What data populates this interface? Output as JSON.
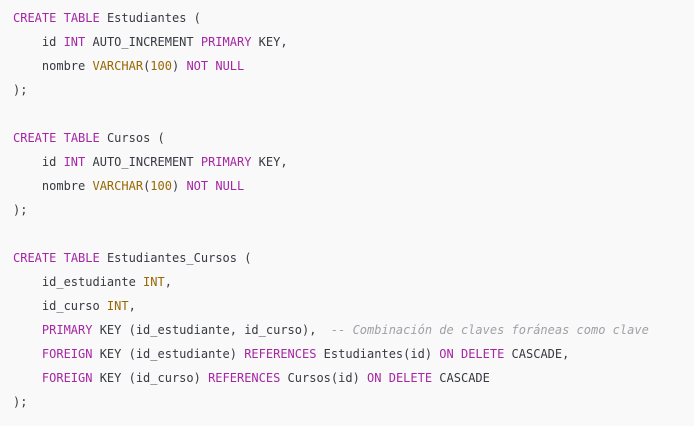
{
  "code": {
    "language": "sql",
    "lines": [
      [
        {
          "t": "CREATE",
          "c": "kw"
        },
        {
          "t": " "
        },
        {
          "t": "TABLE",
          "c": "kw"
        },
        {
          "t": " Estudiantes ("
        }
      ],
      [
        {
          "t": "    id "
        },
        {
          "t": "INT",
          "c": "kw"
        },
        {
          "t": " AUTO_INCREMENT "
        },
        {
          "t": "PRIMARY",
          "c": "kw"
        },
        {
          "t": " KEY,"
        }
      ],
      [
        {
          "t": "    nombre "
        },
        {
          "t": "VARCHAR",
          "c": "ty"
        },
        {
          "t": "("
        },
        {
          "t": "100",
          "c": "ty"
        },
        {
          "t": ") "
        },
        {
          "t": "NOT",
          "c": "kw"
        },
        {
          "t": " "
        },
        {
          "t": "NULL",
          "c": "kw"
        }
      ],
      [
        {
          "t": ");"
        }
      ],
      [],
      [
        {
          "t": "CREATE",
          "c": "kw"
        },
        {
          "t": " "
        },
        {
          "t": "TABLE",
          "c": "kw"
        },
        {
          "t": " Cursos ("
        }
      ],
      [
        {
          "t": "    id "
        },
        {
          "t": "INT",
          "c": "kw"
        },
        {
          "t": " AUTO_INCREMENT "
        },
        {
          "t": "PRIMARY",
          "c": "kw"
        },
        {
          "t": " KEY,"
        }
      ],
      [
        {
          "t": "    nombre "
        },
        {
          "t": "VARCHAR",
          "c": "ty"
        },
        {
          "t": "("
        },
        {
          "t": "100",
          "c": "ty"
        },
        {
          "t": ") "
        },
        {
          "t": "NOT",
          "c": "kw"
        },
        {
          "t": " "
        },
        {
          "t": "NULL",
          "c": "kw"
        }
      ],
      [
        {
          "t": ");"
        }
      ],
      [],
      [
        {
          "t": "CREATE",
          "c": "kw"
        },
        {
          "t": " "
        },
        {
          "t": "TABLE",
          "c": "kw"
        },
        {
          "t": " Estudiantes_Cursos ("
        }
      ],
      [
        {
          "t": "    id_estudiante "
        },
        {
          "t": "INT",
          "c": "ty"
        },
        {
          "t": ","
        }
      ],
      [
        {
          "t": "    id_curso "
        },
        {
          "t": "INT",
          "c": "ty"
        },
        {
          "t": ","
        }
      ],
      [
        {
          "t": "    "
        },
        {
          "t": "PRIMARY",
          "c": "kw"
        },
        {
          "t": " KEY (id_estudiante, id_curso),  "
        },
        {
          "t": "-- Combinación de claves foráneas como clave",
          "c": "cm"
        }
      ],
      [
        {
          "t": "    "
        },
        {
          "t": "FOREIGN",
          "c": "kw"
        },
        {
          "t": " KEY (id_estudiante) "
        },
        {
          "t": "REFERENCES",
          "c": "kw"
        },
        {
          "t": " Estudiantes(id) "
        },
        {
          "t": "ON",
          "c": "kw"
        },
        {
          "t": " "
        },
        {
          "t": "DELETE",
          "c": "kw"
        },
        {
          "t": " CASCADE,"
        }
      ],
      [
        {
          "t": "    "
        },
        {
          "t": "FOREIGN",
          "c": "kw"
        },
        {
          "t": " KEY (id_curso) "
        },
        {
          "t": "REFERENCES",
          "c": "kw"
        },
        {
          "t": " Cursos(id) "
        },
        {
          "t": "ON",
          "c": "kw"
        },
        {
          "t": " "
        },
        {
          "t": "DELETE",
          "c": "kw"
        },
        {
          "t": " CASCADE"
        }
      ],
      [
        {
          "t": ");"
        }
      ]
    ]
  },
  "colors": {
    "background": "#f9f9f9",
    "plain": "#383a42",
    "keyword": "#a626a4",
    "type_number": "#986801",
    "comment": "#a0a1a7"
  }
}
